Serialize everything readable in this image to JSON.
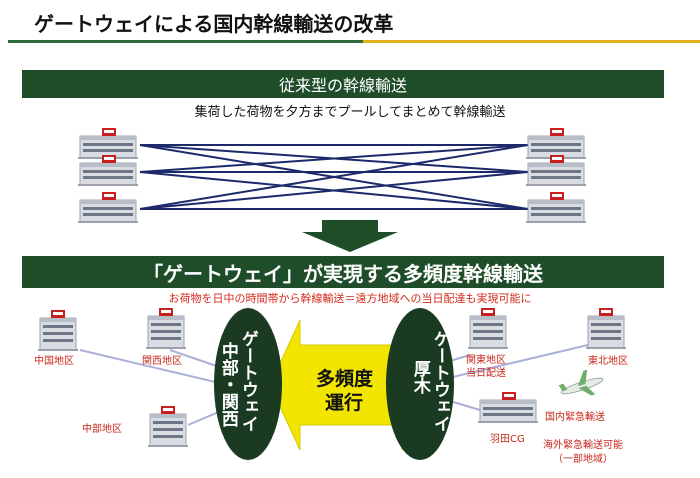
{
  "title": "ゲートウェイによる国内幹線輸送の改革",
  "traditional": {
    "band_label": "従来型の幹線輸送",
    "description": "集荷した荷物を夕方までプールしてまとめて幹線輸送"
  },
  "gateway": {
    "band_label": "「ゲートウェイ」が実現する多頻度幹線輸送",
    "description": "お荷物を日中の時間帯から幹線輸送＝遠方地域への当日配達も実現可能に",
    "hub_left_line1": "ゲートウェイ",
    "hub_left_line2": "中部・関西",
    "hub_right_line1": "ゲートウェイ",
    "hub_right_line2": "厚木",
    "arrow_line1": "多頻度",
    "arrow_line2": "運行",
    "regions": {
      "chugoku": "中国地区",
      "kansai": "関西地区",
      "chubu": "中部地区",
      "kanto_line1": "関東地区",
      "kanto_line2": "当日配送",
      "tohoku": "東北地区",
      "haneda": "羽田CG",
      "domestic_express": "国内緊急輸送",
      "overseas_line1": "海外緊急輸送可能",
      "overseas_line2": "（一部地域）"
    }
  },
  "colors": {
    "band_green": "#1f4d2a",
    "hub_dark": "#1a3a22",
    "arrow_yellow": "#f2e500",
    "label_red": "#c8261a",
    "link_line": "#aab0d8",
    "cross_line": "#1c2a6b",
    "accent_gold": "#e0b21c"
  }
}
